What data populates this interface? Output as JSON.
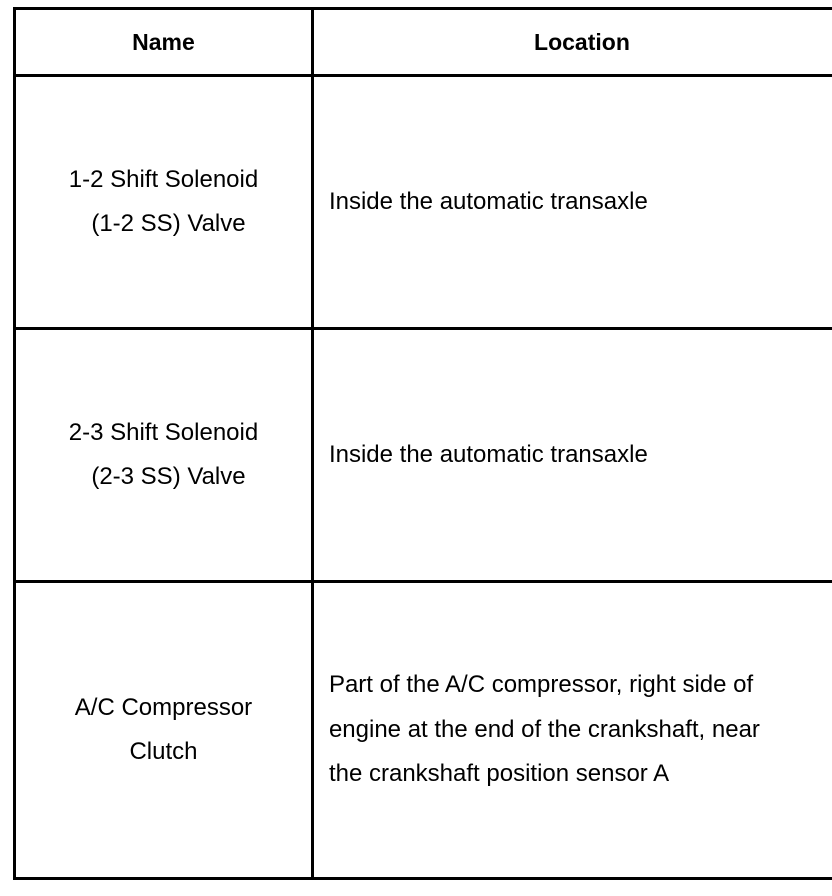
{
  "table": {
    "headers": {
      "name": "Name",
      "location": "Location"
    },
    "rows": [
      {
        "name_lines": [
          "1-2 Shift Solenoid",
          "(1-2 SS) Valve"
        ],
        "location": "Inside the automatic transaxle"
      },
      {
        "name_lines": [
          "2-3 Shift Solenoid",
          "(2-3 SS) Valve"
        ],
        "location": "Inside the automatic transaxle"
      },
      {
        "name_lines": [
          "A/C Compressor",
          "Clutch"
        ],
        "location": "Part of the A/C compressor, right side of engine at the end of the crankshaft, near the crankshaft position sensor A"
      }
    ]
  }
}
